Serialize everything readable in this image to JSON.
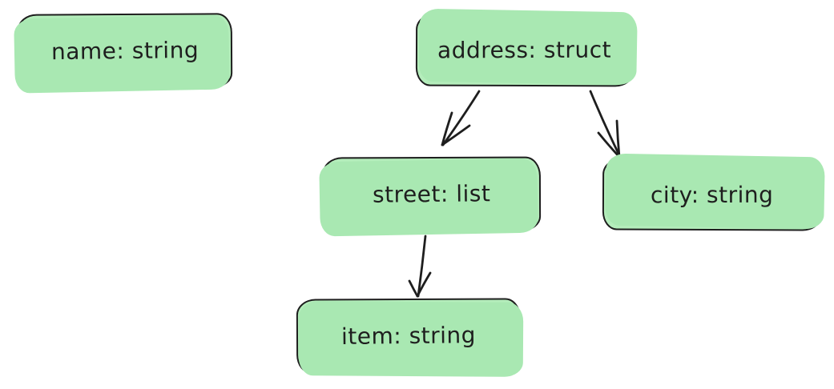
{
  "diagram": {
    "title": "schema-tree-diagram",
    "nodes": [
      {
        "id": "name",
        "label": "name: string"
      },
      {
        "id": "address",
        "label": "address: struct"
      },
      {
        "id": "street",
        "label": "street: list"
      },
      {
        "id": "city",
        "label": "city: string"
      },
      {
        "id": "item",
        "label": "item: string"
      }
    ],
    "edges": [
      {
        "from": "address",
        "to": "street"
      },
      {
        "from": "address",
        "to": "city"
      },
      {
        "from": "street",
        "to": "item"
      }
    ],
    "colors": {
      "node_fill": "#b4edbb",
      "node_fill_offset": "#a9e8b2",
      "stroke": "#1e1e1e",
      "background": "#ffffff"
    }
  }
}
